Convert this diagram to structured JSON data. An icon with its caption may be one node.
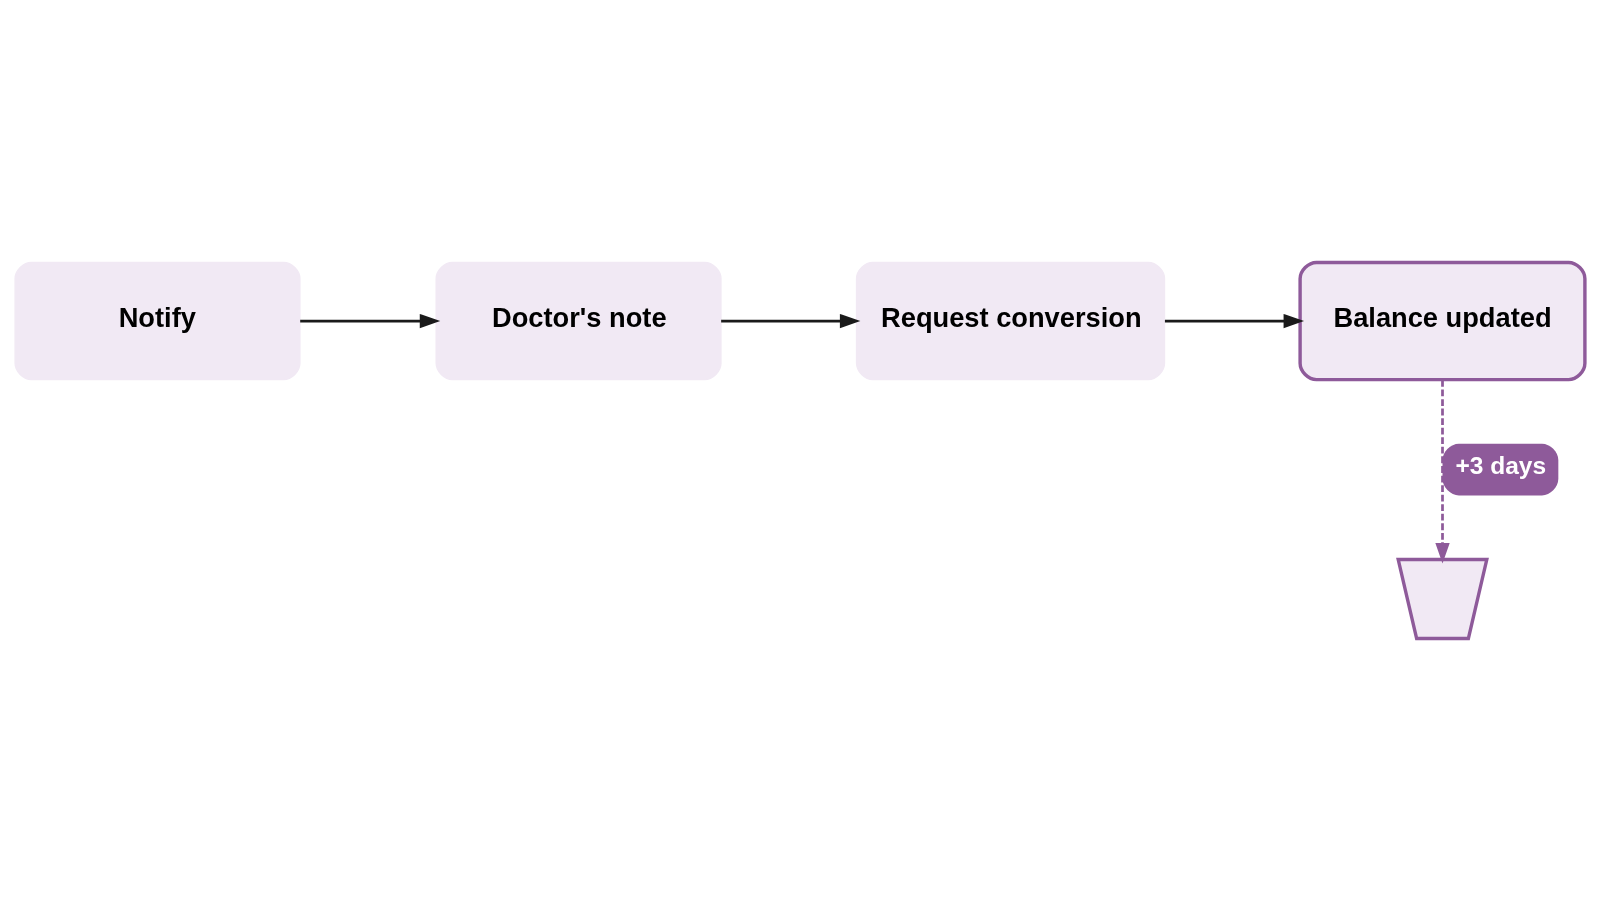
{
  "diagram": {
    "nodes": [
      {
        "text": [
          "Notify"
        ]
      },
      {
        "text": [
          "Doctor's note"
        ]
      },
      {
        "text": [
          "Request conversion"
        ]
      },
      {
        "text": [
          "Balance updated"
        ]
      },
      {
        "text": [],
        "shape": "bin"
      }
    ],
    "edges": [
      {
        "from": 0,
        "to": 1,
        "arrow": "to"
      },
      {
        "from": 1,
        "to": 2,
        "arrow": "to"
      },
      {
        "from": 2,
        "to": 3,
        "arrow": "to"
      },
      {
        "from": 3,
        "to": 4,
        "arrow": "to",
        "label": "+3 days",
        "style": "dashed",
        "color": "#8e5a9a"
      }
    ]
  }
}
